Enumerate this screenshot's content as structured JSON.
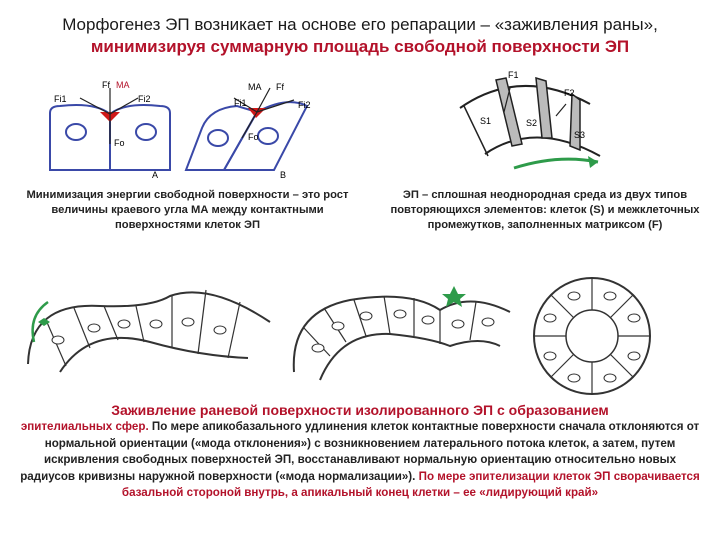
{
  "title": {
    "part1": "Морфогенез ЭП возникает на основе его репарации – «заживления раны», ",
    "part2": "минимизируя суммарную площадь свободной поверхности ЭП"
  },
  "figA": {
    "labels": {
      "ff": "Ff",
      "ma": "MA",
      "fi1": "Fi1",
      "fi2": "Fi2",
      "fo": "Fo",
      "letter": "A"
    }
  },
  "figB": {
    "labels": {
      "ma": "MA",
      "ff": "Ff",
      "fi1": "Fi1",
      "fi2": "Fi2",
      "fo": "Fo",
      "letter": "B"
    }
  },
  "figC": {
    "labels": {
      "f1": "F1",
      "f2": "F2",
      "s1": "S1",
      "s2": "S2",
      "s3": "S3"
    }
  },
  "caption1": "Минимизация энергии свободной поверхности – это рост величины краевого угла МА между контактными поверхностями клеток ЭП",
  "caption2": "ЭП – сплошная неоднородная среда из двух типов повторяющихся элементов: клеток (S) и межклеточных промежутков, заполненных матриксом (F)",
  "subtitle": "Заживление раневой поверхности изолированного ЭП с образованием",
  "body": {
    "part1": "эпителиальных сфер.",
    "part2": " По мере апикобазального удлинения клеток контактные поверхности сначала отклоняются от нормальной ориентации («мода отклонения») с возникновением латерального потока клеток, а затем, путем искривления свободных поверхностей ЭП, восстанавливают нормальную ориентацию относительно новых радиусов кривизны наружной поверхности («мода нормализации»). ",
    "part3": "По мере эпителизации клеток ЭП сворачивается базальной стороной внутрь, а апикальный конец клетки – ее «лидирующий край»"
  },
  "colors": {
    "accent": "#b3122a",
    "cell_stroke": "#3a49a8",
    "green_arrow": "#2e9b4a"
  }
}
